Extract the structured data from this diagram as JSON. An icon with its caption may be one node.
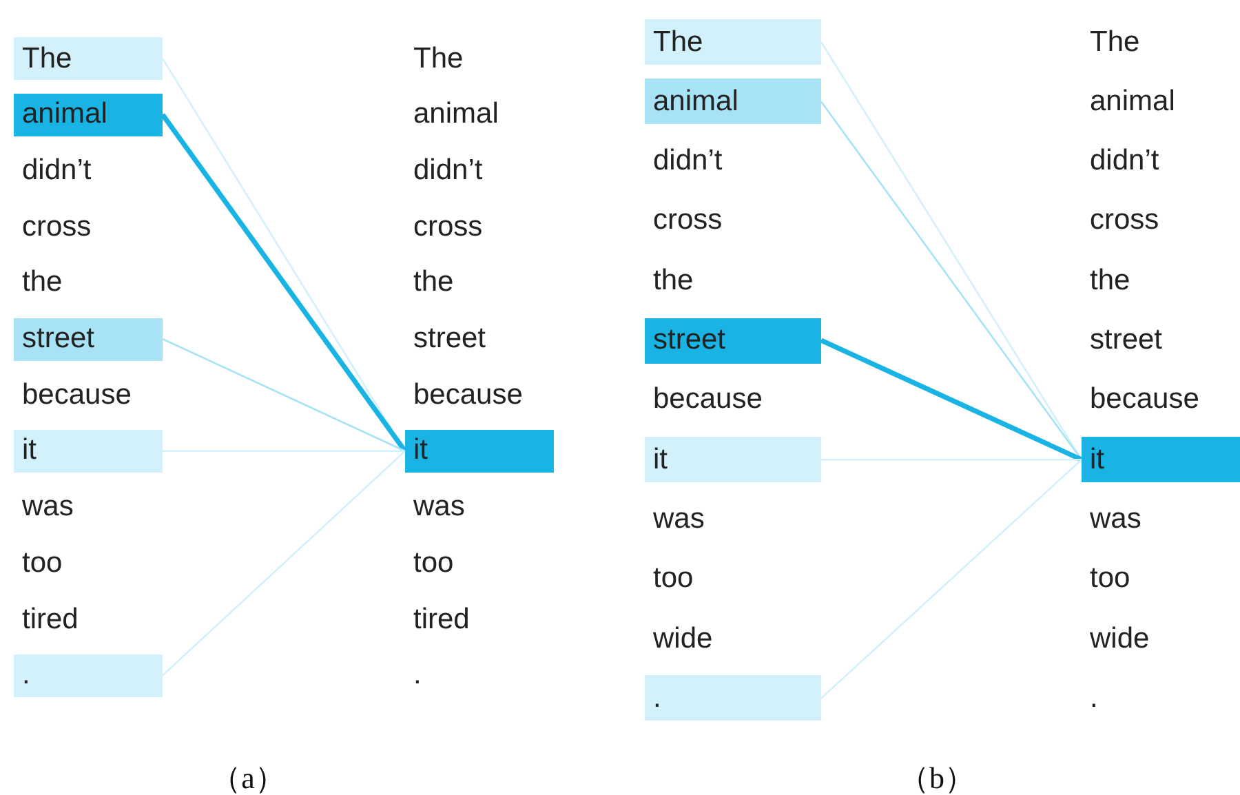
{
  "diagram": {
    "nodes": [
      {
        "text": [
          "The"
        ]
      },
      {
        "text": [
          "animal"
        ]
      },
      {
        "text": [
          "didn’t"
        ]
      },
      {
        "text": [
          "cross"
        ]
      },
      {
        "text": [
          "the"
        ]
      },
      {
        "text": [
          "street"
        ]
      },
      {
        "text": [
          "because"
        ]
      },
      {
        "text": [
          "it"
        ]
      },
      {
        "text": [
          "was"
        ]
      },
      {
        "text": [
          "too"
        ]
      },
      {
        "text": [
          "tired"
        ]
      },
      {
        "text": [
          "."
        ]
      },
      {
        "text": [
          "The"
        ]
      },
      {
        "text": [
          "animal"
        ]
      },
      {
        "text": [
          "didn’t"
        ]
      },
      {
        "text": [
          "cross"
        ]
      },
      {
        "text": [
          "the"
        ]
      },
      {
        "text": [
          "street"
        ]
      },
      {
        "text": [
          "because"
        ]
      },
      {
        "text": [
          "it"
        ]
      },
      {
        "text": [
          "was"
        ]
      },
      {
        "text": [
          "too"
        ]
      },
      {
        "text": [
          "tired"
        ]
      },
      {
        "text": [
          "."
        ]
      },
      {
        "text": [
          "The"
        ]
      },
      {
        "text": [
          "animal"
        ]
      },
      {
        "text": [
          "didn’t"
        ]
      },
      {
        "text": [
          "cross"
        ]
      },
      {
        "text": [
          "the"
        ]
      },
      {
        "text": [
          "street"
        ]
      },
      {
        "text": [
          "because"
        ]
      },
      {
        "text": [
          "it"
        ]
      },
      {
        "text": [
          "was"
        ]
      },
      {
        "text": [
          "too"
        ]
      },
      {
        "text": [
          "wide"
        ]
      },
      {
        "text": [
          "."
        ]
      },
      {
        "text": [
          "The"
        ]
      },
      {
        "text": [
          "animal"
        ]
      },
      {
        "text": [
          "didn’t"
        ]
      },
      {
        "text": [
          "cross"
        ]
      },
      {
        "text": [
          "the"
        ]
      },
      {
        "text": [
          "street"
        ]
      },
      {
        "text": [
          "because"
        ]
      },
      {
        "text": [
          "it"
        ]
      },
      {
        "text": [
          "was"
        ]
      },
      {
        "text": [
          "too"
        ]
      },
      {
        "text": [
          "wide"
        ]
      },
      {
        "text": [
          "."
        ]
      }
    ],
    "edges": [
      {
        "from": 0,
        "to": 19,
        "arrow": "none"
      },
      {
        "from": 1,
        "to": 19,
        "arrow": "none",
        "style": "thick",
        "color": "#1ab4e4"
      },
      {
        "from": 5,
        "to": 19,
        "arrow": "none",
        "color": "#a8e3f5"
      },
      {
        "from": 7,
        "to": 19,
        "arrow": "none"
      },
      {
        "from": 11,
        "to": 19,
        "arrow": "none"
      },
      {
        "from": 24,
        "to": 43,
        "arrow": "none"
      },
      {
        "from": 25,
        "to": 43,
        "arrow": "none",
        "color": "#a8e3f5"
      },
      {
        "from": 29,
        "to": 43,
        "arrow": "none",
        "style": "thick",
        "color": "#1ab4e4"
      },
      {
        "from": 31,
        "to": 43,
        "arrow": "none"
      },
      {
        "from": 35,
        "to": 43,
        "arrow": "none"
      }
    ],
    "labels": [
      "（a）",
      "（b）"
    ]
  }
}
